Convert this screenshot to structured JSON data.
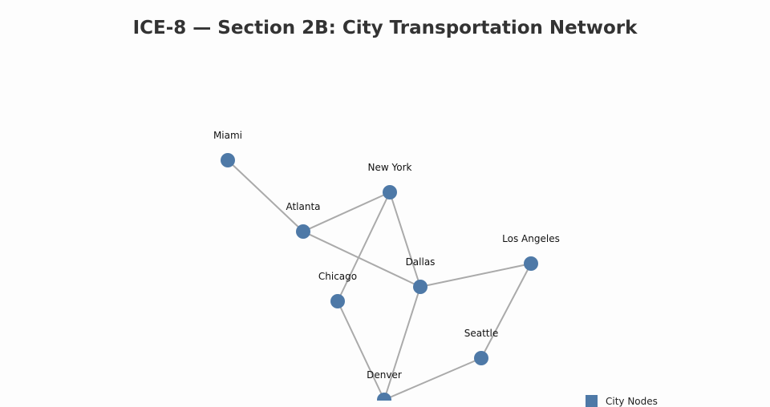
{
  "title": "ICE-8 — Section 2B: City Transportation Network",
  "colors": {
    "node": "#4e79a7",
    "edge": "#aaaaaa"
  },
  "nodes": [
    "Miami",
    "New York",
    "Atlanta",
    "Los Angeles",
    "Dallas",
    "Chicago",
    "Seattle",
    "Denver"
  ],
  "edges": [
    [
      "Miami",
      "Atlanta"
    ],
    [
      "Atlanta",
      "New York"
    ],
    [
      "Atlanta",
      "Dallas"
    ],
    [
      "New York",
      "Chicago"
    ],
    [
      "New York",
      "Dallas"
    ],
    [
      "Dallas",
      "Los Angeles"
    ],
    [
      "Los Angeles",
      "Seattle"
    ],
    [
      "Chicago",
      "Denver"
    ],
    [
      "Dallas",
      "Denver"
    ],
    [
      "Seattle",
      "Denver"
    ]
  ],
  "legend": {
    "label": "City Nodes"
  }
}
